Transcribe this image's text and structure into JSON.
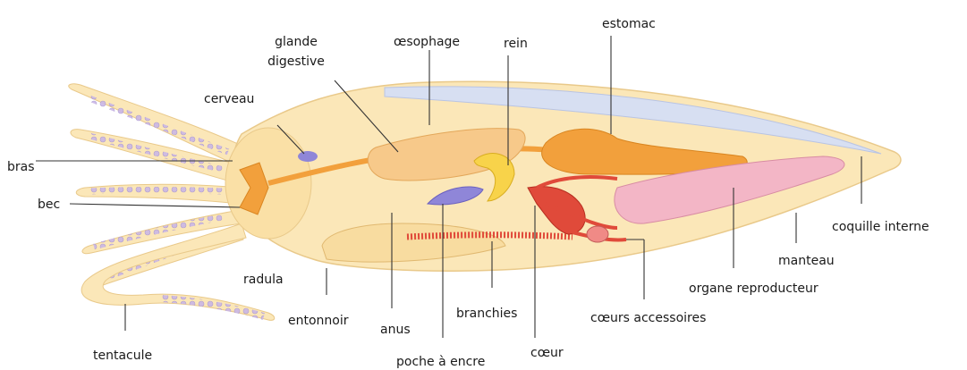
{
  "diagram": {
    "labels": {
      "glande_digestive": "glande digestive",
      "oesophage": "œsophage",
      "rein": "rein",
      "estomac": "estomac",
      "cerveau": "cerveau",
      "bras": "bras",
      "bec": "bec",
      "coquille_interne": "coquille interne",
      "manteau": "manteau",
      "organe_reproducteur": "organe reproducteur",
      "radula": "radula",
      "entonnoir": "entonnoir",
      "anus": "anus",
      "branchies": "branchies",
      "coeurs_accessoires": "cœurs accessoires",
      "tentacule": "tentacule",
      "poche_a_encre": "poche à encre",
      "coeur": "cœur"
    },
    "colors": {
      "body": "#fbe7b8",
      "body_outline": "#e9c98a",
      "arm_suckers": "#c9b6e6",
      "organs_orange": "#f2a03c",
      "gills": "#e04a3a",
      "reproductive": "#f3b6c6",
      "ink_sac": "#8f86d8",
      "shell": "#d7dff2"
    }
  }
}
